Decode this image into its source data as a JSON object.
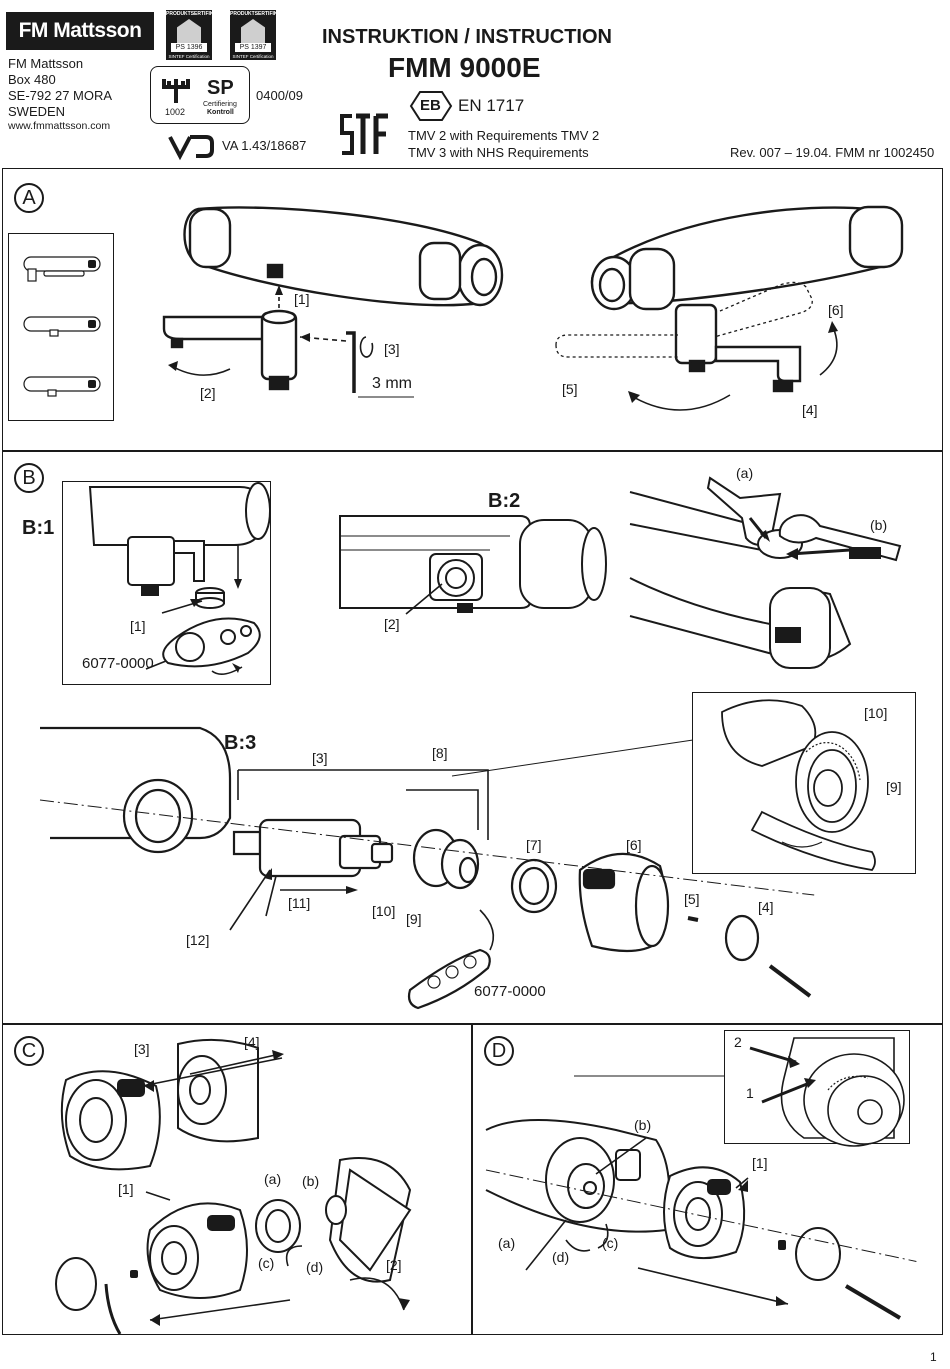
{
  "header": {
    "brand": "FM Mattsson",
    "address_lines": [
      "FM Mattsson",
      "Box 480",
      "SE-792 27 MORA",
      "SWEDEN"
    ],
    "website": "www.fmmattsson.com",
    "cert1": {
      "caption": "PRODUKTSERTIFIKAT",
      "code": "PS 1396",
      "sub": "SINTEF Certification"
    },
    "cert2": {
      "caption": "PRODUKTSERTIFIKAT",
      "code": "PS 1397",
      "sub": "SINTEF Certification"
    },
    "sp_number": "1002",
    "sp_logo": "SP",
    "sp_text1": "Certifiering",
    "sp_text2": "Kontroll",
    "sp_code": "0400/09",
    "va_logo": "VA",
    "va_code": "VA 1.43/18687",
    "title_line1": "INSTRUKTION / INSTRUCTION",
    "title_line2": "FMM 9000E",
    "eb_mark": "EB",
    "en_standard": "EN 1717",
    "stf_logo": "STF",
    "tmv2": "TMV 2 with Requirements TMV 2",
    "tmv3": "TMV 3 with NHS Requirements",
    "revision": "Rev. 007 – 19.04. FMM nr 1002450"
  },
  "section_a": {
    "letter": "A",
    "c1": "[1]",
    "c2": "[2]",
    "c3": "[3]",
    "tool": "3 mm",
    "c4": "[4]",
    "c5": "[5]",
    "c6": "[6]"
  },
  "section_b": {
    "letter": "B",
    "b1_label": "B:1",
    "b1_c1": "[1]",
    "b1_tool": "6077-0000",
    "b2_label": "B:2",
    "b2_c2": "[2]",
    "wrench_a": "(a)",
    "wrench_b": "(b)",
    "b3_label": "B:3",
    "c3": "[3]",
    "c4": "[4]",
    "c5": "[5]",
    "c6": "[6]",
    "c7": "[7]",
    "c8": "[8]",
    "c9": "[9]",
    "c10": "[10]",
    "c11": "[11]",
    "c12": "[12]",
    "inset_c9": "[9]",
    "inset_c10": "[10]",
    "tool": "6077-0000"
  },
  "section_c": {
    "letter": "C",
    "c1": "[1]",
    "c2": "[2]",
    "c3": "[3]",
    "c4": "[4]",
    "a": "(a)",
    "b": "(b)",
    "c": "(c)",
    "d": "(d)"
  },
  "section_d": {
    "letter": "D",
    "n1": "1",
    "n2": "2",
    "c1": "[1]",
    "a": "(a)",
    "b": "(b)",
    "c": "(c)",
    "d": "(d)"
  },
  "footer": {
    "page": "1"
  }
}
